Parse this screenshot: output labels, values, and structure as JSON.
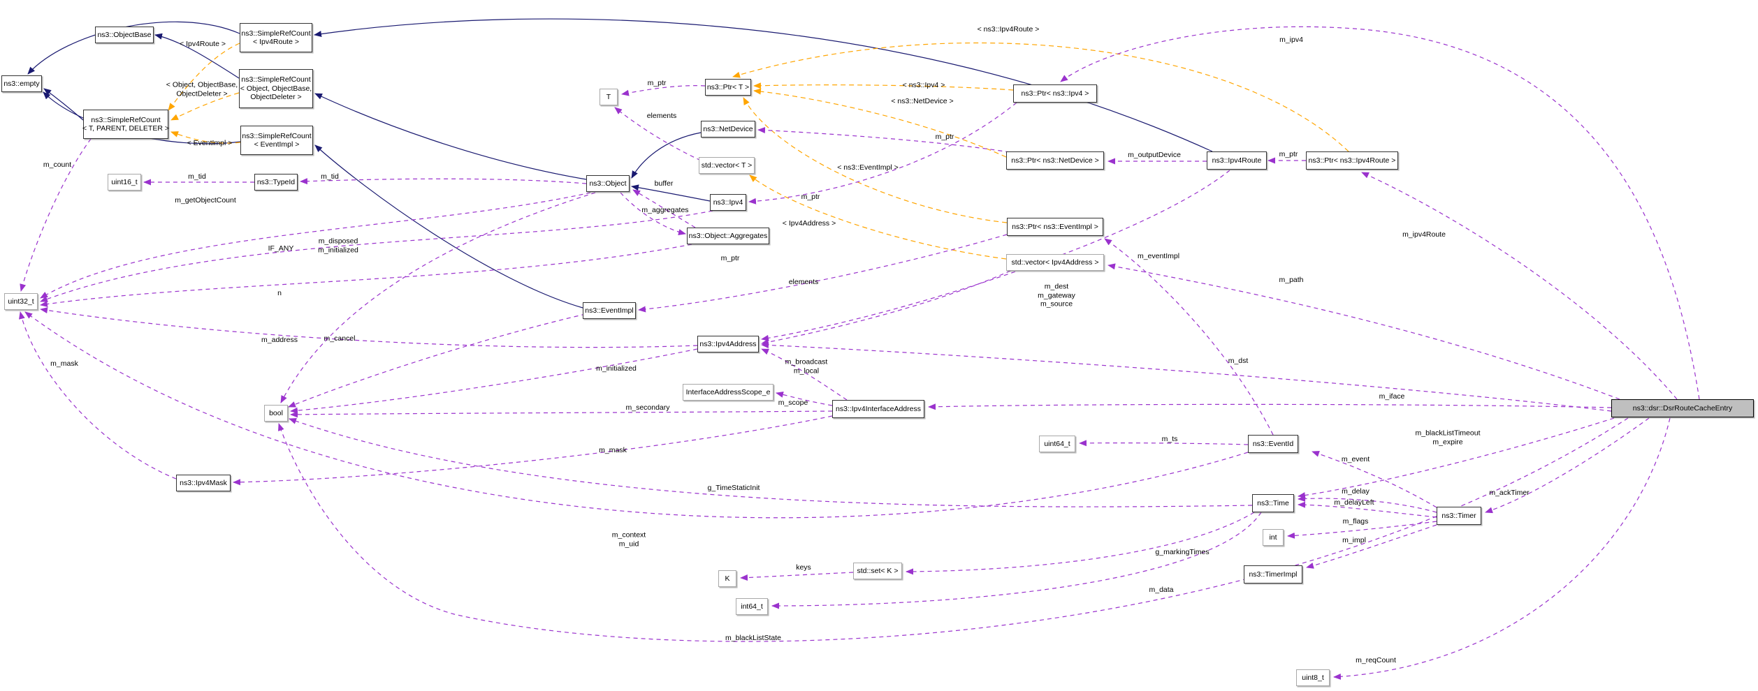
{
  "diagram": {
    "kind": "collaboration-graph",
    "main_class": "ns3::dsr::DsrRouteCacheEntry",
    "colors": {
      "inheritance_edge": "#191970",
      "usage_edge": "#9a32cd",
      "template_edge": "#ffa500",
      "main_node_fill": "#bfbfbf",
      "node_fill": "#ffffff",
      "node_border": "#333333"
    },
    "nodes": {
      "objectbase": {
        "label": "ns3::ObjectBase"
      },
      "src_ipv4route": {
        "label": "ns3::SimpleRefCount\n< Ipv4Route >"
      },
      "empty": {
        "label": "ns3::empty"
      },
      "src_oob": {
        "label": "ns3::SimpleRefCount\n< Object, ObjectBase,\nObjectDeleter >"
      },
      "src_tpd": {
        "label": "ns3::SimpleRefCount\n< T, PARENT, DELETER >"
      },
      "src_eventimpl": {
        "label": "ns3::SimpleRefCount\n< EventImpl >"
      },
      "uint16": {
        "label": "uint16_t"
      },
      "typeid": {
        "label": "ns3::TypeId"
      },
      "t": {
        "label": "T"
      },
      "ptr_t": {
        "label": "ns3::Ptr< T >"
      },
      "netdevice": {
        "label": "ns3::NetDevice"
      },
      "vector_t": {
        "label": "std::vector< T >"
      },
      "object": {
        "label": "ns3::Object"
      },
      "ipv4": {
        "label": "ns3::Ipv4"
      },
      "aggregates": {
        "label": "ns3::Object::Aggregates"
      },
      "eventimpl": {
        "label": "ns3::EventImpl"
      },
      "ipv4address": {
        "label": "ns3::Ipv4Address"
      },
      "ptr_ipv4": {
        "label": "ns3::Ptr< ns3::Ipv4 >"
      },
      "ptr_netdevice": {
        "label": "ns3::Ptr< ns3::NetDevice >"
      },
      "ptr_eventimpl": {
        "label": "ns3::Ptr< ns3::EventImpl >"
      },
      "vector_ipv4address": {
        "label": "std::vector< Ipv4Address >"
      },
      "ipv4route": {
        "label": "ns3::Ipv4Route"
      },
      "ptr_ipv4route": {
        "label": "ns3::Ptr< ns3::Ipv4Route >"
      },
      "main": {
        "label": "ns3::dsr::DsrRouteCacheEntry"
      },
      "uint32": {
        "label": "uint32_t"
      },
      "bool": {
        "label": "bool"
      },
      "ipv4mask": {
        "label": "ns3::Ipv4Mask"
      },
      "scope_e": {
        "label": "InterfaceAddressScope_e"
      },
      "ipv4ifaddr": {
        "label": "ns3::Ipv4InterfaceAddress"
      },
      "uint64": {
        "label": "uint64_t"
      },
      "eventid": {
        "label": "ns3::EventId"
      },
      "time": {
        "label": "ns3::Time"
      },
      "int": {
        "label": "int"
      },
      "timerimpl": {
        "label": "ns3::TimerImpl"
      },
      "timer": {
        "label": "ns3::Timer"
      },
      "k": {
        "label": "K"
      },
      "set_k": {
        "label": "std::set< K >"
      },
      "int64": {
        "label": "int64_t"
      },
      "uint8": {
        "label": "uint8_t"
      }
    },
    "edge_labels": {
      "lt_ipv4route": {
        "text": "< Ipv4Route >"
      },
      "lt_obj_ob_od": {
        "text": "< Object, ObjectBase,\nObjectDeleter >"
      },
      "lt_eventimpl": {
        "text": "< EventImpl >"
      },
      "m_count": {
        "text": "m_count"
      },
      "m_tid_typeid": {
        "text": "m_tid"
      },
      "m_tid_object": {
        "text": "m_tid"
      },
      "m_getObjectCount": {
        "text": "m_getObjectCount"
      },
      "m_ptr_t": {
        "text": "m_ptr"
      },
      "elements_t": {
        "text": "elements"
      },
      "lt_ns3_ipv4": {
        "text": "< ns3::Ipv4 >"
      },
      "lt_ns3_netdevice": {
        "text": "< ns3::NetDevice >"
      },
      "m_ptr_netdevice": {
        "text": "m_ptr"
      },
      "lt_ns3_eventimpl": {
        "text": "< ns3::EventImpl >"
      },
      "m_ptr_ipv4": {
        "text": "m_ptr"
      },
      "lt_ipv4address": {
        "text": "< Ipv4Address >"
      },
      "buffer": {
        "text": "buffer"
      },
      "m_aggregates": {
        "text": "m_aggregates"
      },
      "m_ptr_eventimpl": {
        "text": "m_ptr"
      },
      "elements_addr": {
        "text": "elements"
      },
      "m_dest_gw_src": {
        "text": "m_dest\nm_gateway\nm_source"
      },
      "m_eventImpl": {
        "text": "m_eventImpl"
      },
      "m_broadcast_local": {
        "text": "m_broadcast\nm_local"
      },
      "m_initialized_addr": {
        "text": "m_initialized"
      },
      "m_outputDevice": {
        "text": "m_outputDevice"
      },
      "m_ipv4": {
        "text": "m_ipv4"
      },
      "lt_ns3_ipv4route": {
        "text": "< ns3::Ipv4Route >"
      },
      "m_ptr_ipv4route": {
        "text": "m_ptr"
      },
      "m_ipv4Route": {
        "text": "m_ipv4Route"
      },
      "m_path": {
        "text": "m_path"
      },
      "m_dst": {
        "text": "m_dst"
      },
      "m_iface": {
        "text": "m_iface"
      },
      "m_blt_expire": {
        "text": "m_blackListTimeout\nm_expire"
      },
      "m_event": {
        "text": "m_event"
      },
      "m_delay": {
        "text": "m_delay"
      },
      "m_delayLeft": {
        "text": "m_delayLeft"
      },
      "m_flags": {
        "text": "m_flags"
      },
      "m_impl": {
        "text": "m_impl"
      },
      "m_ackTimer": {
        "text": "m_ackTimer"
      },
      "m_ts": {
        "text": "m_ts"
      },
      "m_scope": {
        "text": "m_scope"
      },
      "m_secondary": {
        "text": "m_secondary"
      },
      "m_mask_iface": {
        "text": "m_mask"
      },
      "m_mask_u32": {
        "text": "m_mask"
      },
      "g_TimeStaticInit": {
        "text": "g_TimeStaticInit"
      },
      "m_context_uid": {
        "text": "m_context\nm_uid"
      },
      "keys": {
        "text": "keys"
      },
      "g_markingTimes": {
        "text": "g_markingTimes"
      },
      "m_data": {
        "text": "m_data"
      },
      "m_blackListState": {
        "text": "m_blackListState"
      },
      "m_reqCount": {
        "text": "m_reqCount"
      },
      "IF_ANY": {
        "text": "IF_ANY"
      },
      "n": {
        "text": "n"
      },
      "m_address": {
        "text": "m_address"
      },
      "m_cancel": {
        "text": "m_cancel"
      },
      "m_disposed_init": {
        "text": "m_disposed\nm_initialized"
      }
    }
  }
}
